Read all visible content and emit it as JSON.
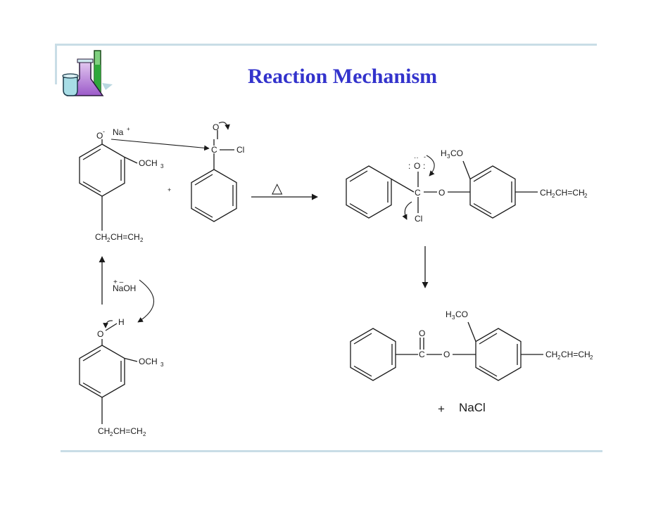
{
  "title": "Reaction Mechanism",
  "decor": {
    "icon": "lab-flasks-icon",
    "accent": "#3333cc",
    "frame": "#c9dde6"
  },
  "labels": {
    "o": "O",
    "c": "C",
    "cl": "Cl",
    "h": "H",
    "minus": "-",
    "plus_sign": "+",
    "na": "Na",
    "plus_sup": "+",
    "naoh": "NaOH",
    "naoh_charge": "+  –",
    "lone_pair": ":",
    "dots": "··",
    "och3": "OCH",
    "h3co_h": "H",
    "h3co_co": "CO",
    "sub3": "3",
    "sub2": "2",
    "ch2": "CH",
    "ch_eq_ch": "CH=CH",
    "allyl_eq": "CH=CH",
    "heat": "△",
    "nacl": "NaCl"
  }
}
